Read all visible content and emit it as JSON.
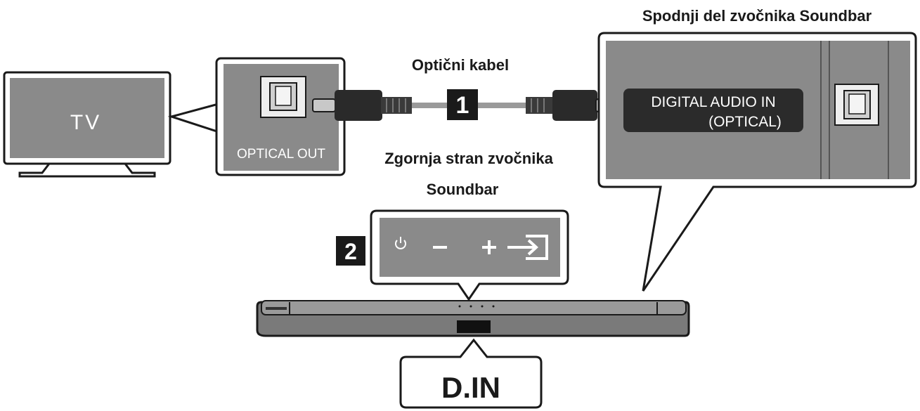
{
  "labels": {
    "tv": "TV",
    "optical_out": "OPTICAL OUT",
    "cable": "Optični kabel",
    "step1": "1",
    "step2": "2",
    "bottom_title": "Spodnji del zvočnika Soundbar",
    "top_title_line1": "Zgornja stran zvočnika",
    "top_title_line2": "Soundbar",
    "digital_in_line1": "DIGITAL AUDIO IN",
    "digital_in_line2": "(OPTICAL)",
    "display_text": "D.IN"
  },
  "icons": {
    "power": "power-icon",
    "minus": "minus-icon",
    "plus": "plus-icon",
    "source": "source-input-icon"
  },
  "colors": {
    "panel": "#8a8a8a",
    "dark": "#333333",
    "outline": "#1a1a1a",
    "label_bg": "#2b2b2b"
  }
}
